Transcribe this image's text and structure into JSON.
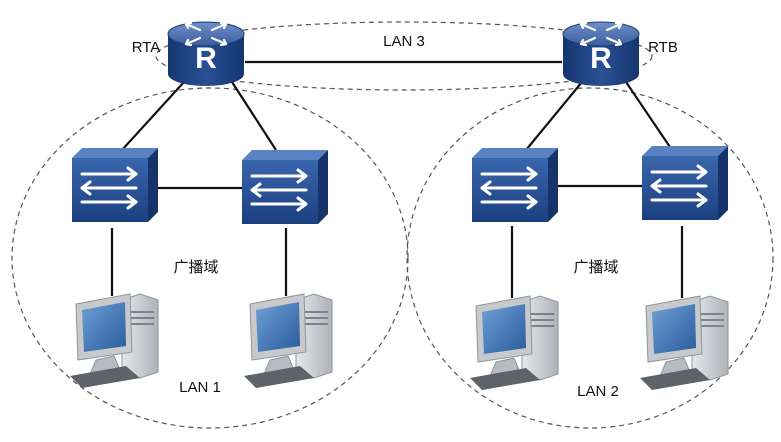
{
  "routers": [
    {
      "id": "rta",
      "label": "RTA",
      "glyph": "R"
    },
    {
      "id": "rtb",
      "label": "RTB",
      "glyph": "R"
    }
  ],
  "domains": [
    {
      "id": "lan1",
      "label": "LAN 1",
      "center_label": "广播域"
    },
    {
      "id": "lan2",
      "label": "LAN 2",
      "center_label": "广播域"
    }
  ],
  "link": {
    "label": "LAN 3"
  },
  "icons": [
    "router-icon",
    "switch-icon",
    "computer-icon"
  ],
  "colors": {
    "router_top": "#3f63a4",
    "router_body": "#1d3f83",
    "switch_front": "#264f91",
    "switch_side": "#17346b",
    "monitor_case": "#c9ccd0",
    "screen": "#3a6fb0",
    "line": "#111111",
    "dashed": "#555555"
  }
}
